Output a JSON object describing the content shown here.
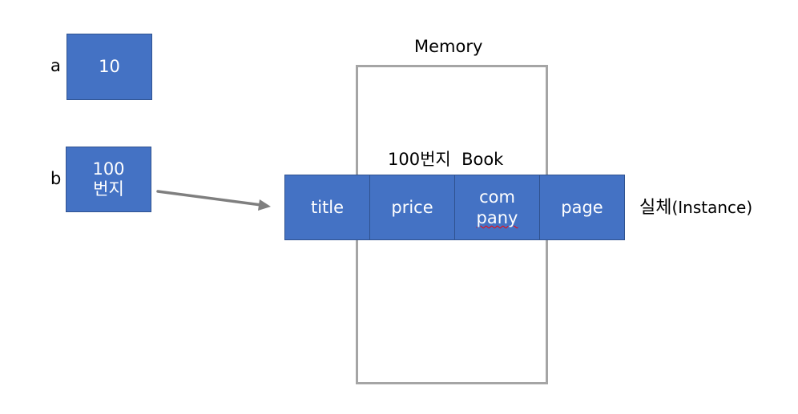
{
  "variables": {
    "a": {
      "name": "a",
      "value": "10"
    },
    "b": {
      "name": "b",
      "value_line1": "100",
      "value_line2": "번지"
    }
  },
  "memory": {
    "title": "Memory",
    "object_label": "100번지  Book",
    "fields": [
      {
        "label": "title"
      },
      {
        "label": "price"
      },
      {
        "label_line1": "com",
        "label_line2": "pany"
      },
      {
        "label": "page"
      }
    ],
    "instance_label_ko": "실체",
    "instance_label_en": "(Instance)"
  },
  "colors": {
    "box_fill": "#4472c4",
    "box_border": "#2f528f",
    "memory_border": "#a5a5a5",
    "arrow": "#7f7f7f",
    "box_text": "#ffffff"
  }
}
